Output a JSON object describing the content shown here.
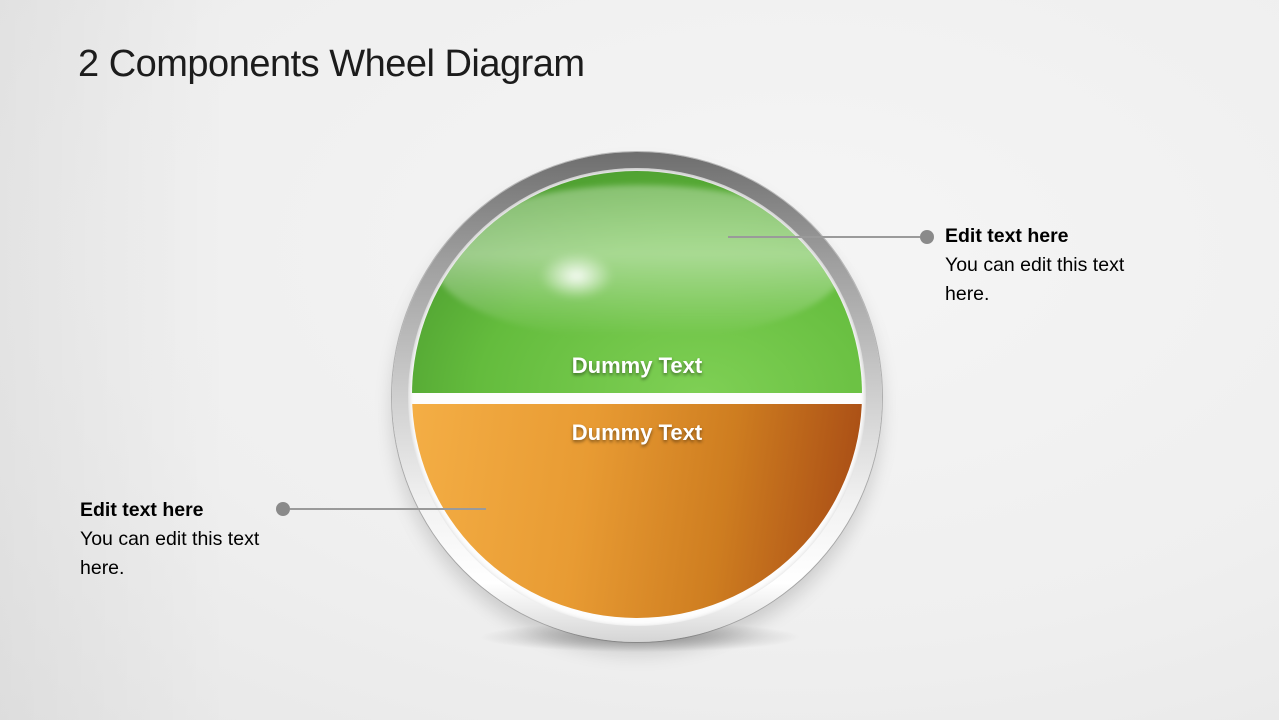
{
  "title": "2 Components Wheel Diagram",
  "wheel": {
    "segments": [
      {
        "position": "top",
        "label": "Dummy Text",
        "color_main": "#5CB53A"
      },
      {
        "position": "bottom",
        "label": "Dummy Text",
        "color_main": "#E89B33"
      }
    ]
  },
  "callouts": {
    "right": {
      "heading": "Edit text here",
      "body": "You can edit this text here."
    },
    "left": {
      "heading": "Edit text here",
      "body": "You can edit this text here."
    }
  },
  "colors": {
    "title_text": "#1c1c1c",
    "callout_text": "#000000",
    "connector": "#9a9a9a",
    "dot": "#8a8a8a",
    "green_bright": "#7FD055",
    "green_dark": "#2E5A1C",
    "orange_light": "#F4AE45",
    "orange_mid": "#E89B33",
    "orange_dark": "#A84C15",
    "ring_dark": "#6E6E6E",
    "ring_light": "#FFFFFF",
    "label_text": "#FFFFFF"
  }
}
